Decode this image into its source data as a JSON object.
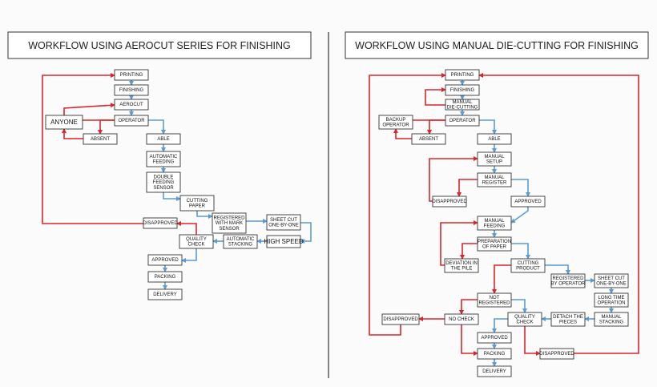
{
  "colors": {
    "red": "#d9262b",
    "blue": "#5b9bd5",
    "box_border": "#333333",
    "divider": "#333333"
  },
  "left": {
    "title": "WORKFLOW USING AEROCUT SERIES FOR FINISHING",
    "nodes": {
      "printing": [
        "PRINTING"
      ],
      "finishing": [
        "FINISHING"
      ],
      "aerocut": [
        "AEROCUT"
      ],
      "operator": [
        "OPERATOR"
      ],
      "anyone": [
        "ANYONE"
      ],
      "absent": [
        "ABSENT"
      ],
      "able": [
        "ABLE"
      ],
      "auto_feeding": [
        "AUTOMATIC",
        "FEEDING"
      ],
      "double_feeding": [
        "DOUBLE",
        "FEEDING",
        "SENSOR"
      ],
      "cutting_paper": [
        "CUTTING",
        "PAPER"
      ],
      "registered_mark": [
        "REGISTERED",
        "WITH MARK",
        "SENSOR"
      ],
      "sheet_cut": [
        "SHEET CUT",
        "ONE-BY-ONE"
      ],
      "disapproved": [
        "DISAPPROVED"
      ],
      "quality_check": [
        "QUALITY",
        "CHECK"
      ],
      "auto_stacking": [
        "AUTOMATIC",
        "STACKING"
      ],
      "high_speed": [
        "HIGH SPEED"
      ],
      "approved": [
        "APPROVED"
      ],
      "packing": [
        "PACKING"
      ],
      "delivery": [
        "DELIVERY"
      ]
    }
  },
  "right": {
    "title": "WORKFLOW USING MANUAL DIE-CUTTING FOR FINISHING",
    "nodes": {
      "printing": [
        "PRINTING"
      ],
      "finishing": [
        "FINISHING"
      ],
      "manual_die": [
        "MANUAL",
        "DIE-CUTTING"
      ],
      "backup_operator": [
        "BACKUP",
        "OPERATOR"
      ],
      "operator": [
        "OPERATOR"
      ],
      "absent": [
        "ABSENT"
      ],
      "able": [
        "ABLE"
      ],
      "manual_setup": [
        "MANUAL",
        "SETUP"
      ],
      "manual_register": [
        "MANUAL",
        "REGISTER"
      ],
      "disapproved_a": [
        "DISAPPROVED"
      ],
      "approved_a": [
        "APPROVED"
      ],
      "manual_feeding": [
        "MANUAL",
        "FEEDING"
      ],
      "prep_paper": [
        "PREPARATION",
        "OF PAPER"
      ],
      "deviation": [
        "DEVIATION IN",
        "THE PILE"
      ],
      "cutting_product": [
        "CUTTING",
        "PRODUCT"
      ],
      "registered_by_op": [
        "REGISTERED",
        "BY OPERATOR"
      ],
      "sheet_cut": [
        "SHEET CUT",
        "ONE-BY-ONE"
      ],
      "not_registered": [
        "NOT",
        "REGISTERED"
      ],
      "long_time": [
        "LONG TIME",
        "OPERATION"
      ],
      "disapproved_b": [
        "DISAPPROVED"
      ],
      "no_check": [
        "NO CHECK"
      ],
      "quality_check": [
        "QUALITY",
        "CHECK"
      ],
      "detach": [
        "DETACH THE",
        "PIECES"
      ],
      "manual_stacking": [
        "MANUAL",
        "STACKING"
      ],
      "approved_b": [
        "APPROVED"
      ],
      "packing": [
        "PACKING"
      ],
      "disapproved_c": [
        "DISAPPROVED"
      ],
      "delivery": [
        "DELIVERY"
      ]
    }
  }
}
